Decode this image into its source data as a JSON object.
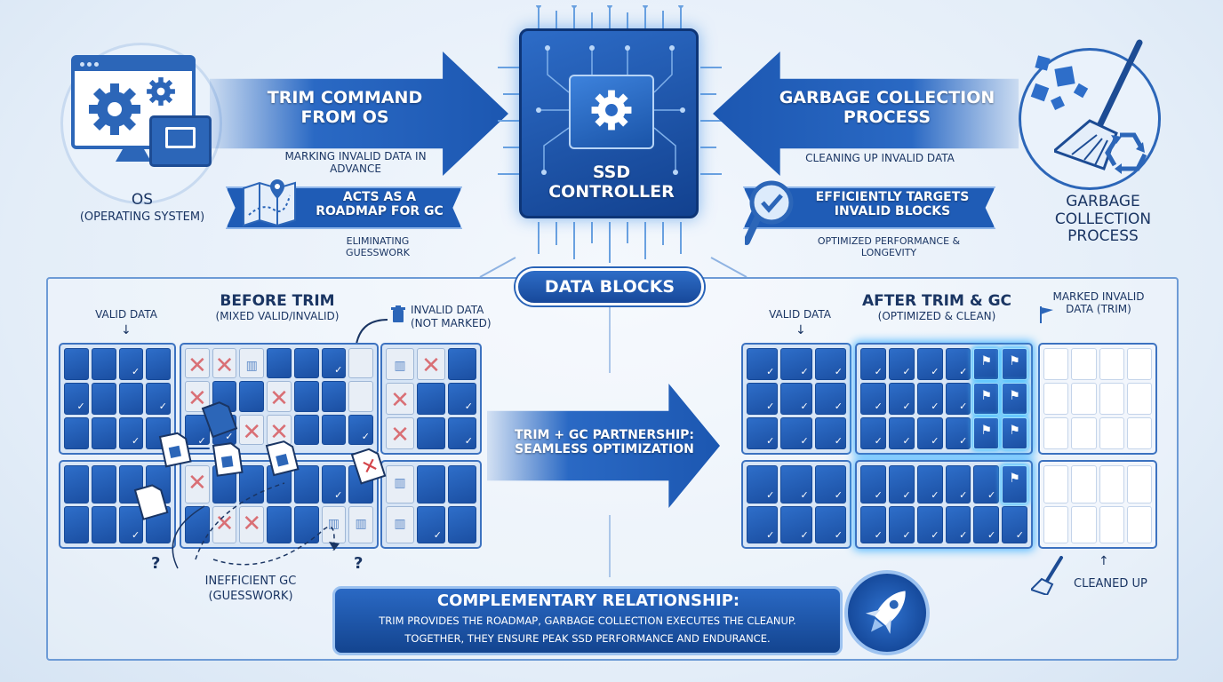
{
  "os": {
    "title": "OS",
    "subtitle": "(OPERATING SYSTEM)"
  },
  "trim_arrow": {
    "label": "TRIM COMMAND FROM OS",
    "caption": "MARKING INVALID DATA IN ADVANCE"
  },
  "roadmap": {
    "label": "ACTS AS A ROADMAP FOR GC",
    "caption": "ELIMINATING GUESSWORK"
  },
  "controller": {
    "label": "SSD CONTROLLER"
  },
  "gc_arrow": {
    "label": "GARBAGE COLLECTION PROCESS",
    "caption": "CLEANING UP INVALID DATA"
  },
  "targets": {
    "label": "EFFICIENTLY TARGETS INVALID BLOCKS",
    "caption": "OPTIMIZED PERFORMANCE & LONGEVITY"
  },
  "gc": {
    "title": "GARBAGE COLLECTION PROCESS"
  },
  "data_blocks": {
    "title": "DATA BLOCKS"
  },
  "before": {
    "title": "BEFORE TRIM",
    "subtitle": "(MIXED VALID/INVALID)",
    "valid_label": "VALID DATA",
    "invalid_label": "INVALID DATA",
    "invalid_sub": "(NOT MARKED)",
    "question": "?",
    "gc_label": "INEFFICIENT GC",
    "gc_sub": "(GUESSWORK)"
  },
  "partnership": {
    "label": "TRIM + GC PARTNERSHIP: SEAMLESS OPTIMIZATION"
  },
  "after": {
    "title": "AFTER TRIM & GC",
    "subtitle": "(OPTIMIZED & CLEAN)",
    "valid_label": "VALID DATA",
    "marked_label": "MARKED INVALID DATA (TRIM)",
    "cleaned_label": "CLEANED UP"
  },
  "summary": {
    "title": "COMPLEMENTARY RELATIONSHIP:",
    "line1": "TRIM PROVIDES THE ROADMAP, GARBAGE COLLECTION EXECUTES THE CLEANUP.",
    "line2": "TOGETHER, THEY ENSURE PEAK SSD PERFORMANCE AND ENDURANCE."
  },
  "colors": {
    "primary": "#2a69c4",
    "dark": "#13448f",
    "text": "#1a3563",
    "invalid_mark": "#d4454a",
    "glow": "#4fc2ff"
  },
  "icons": [
    "gear-icon",
    "monitor-icon",
    "map-icon",
    "magnifier-check-icon",
    "broom-icon",
    "recycle-icon",
    "trash-icon",
    "flag-icon",
    "rocket-icon"
  ]
}
